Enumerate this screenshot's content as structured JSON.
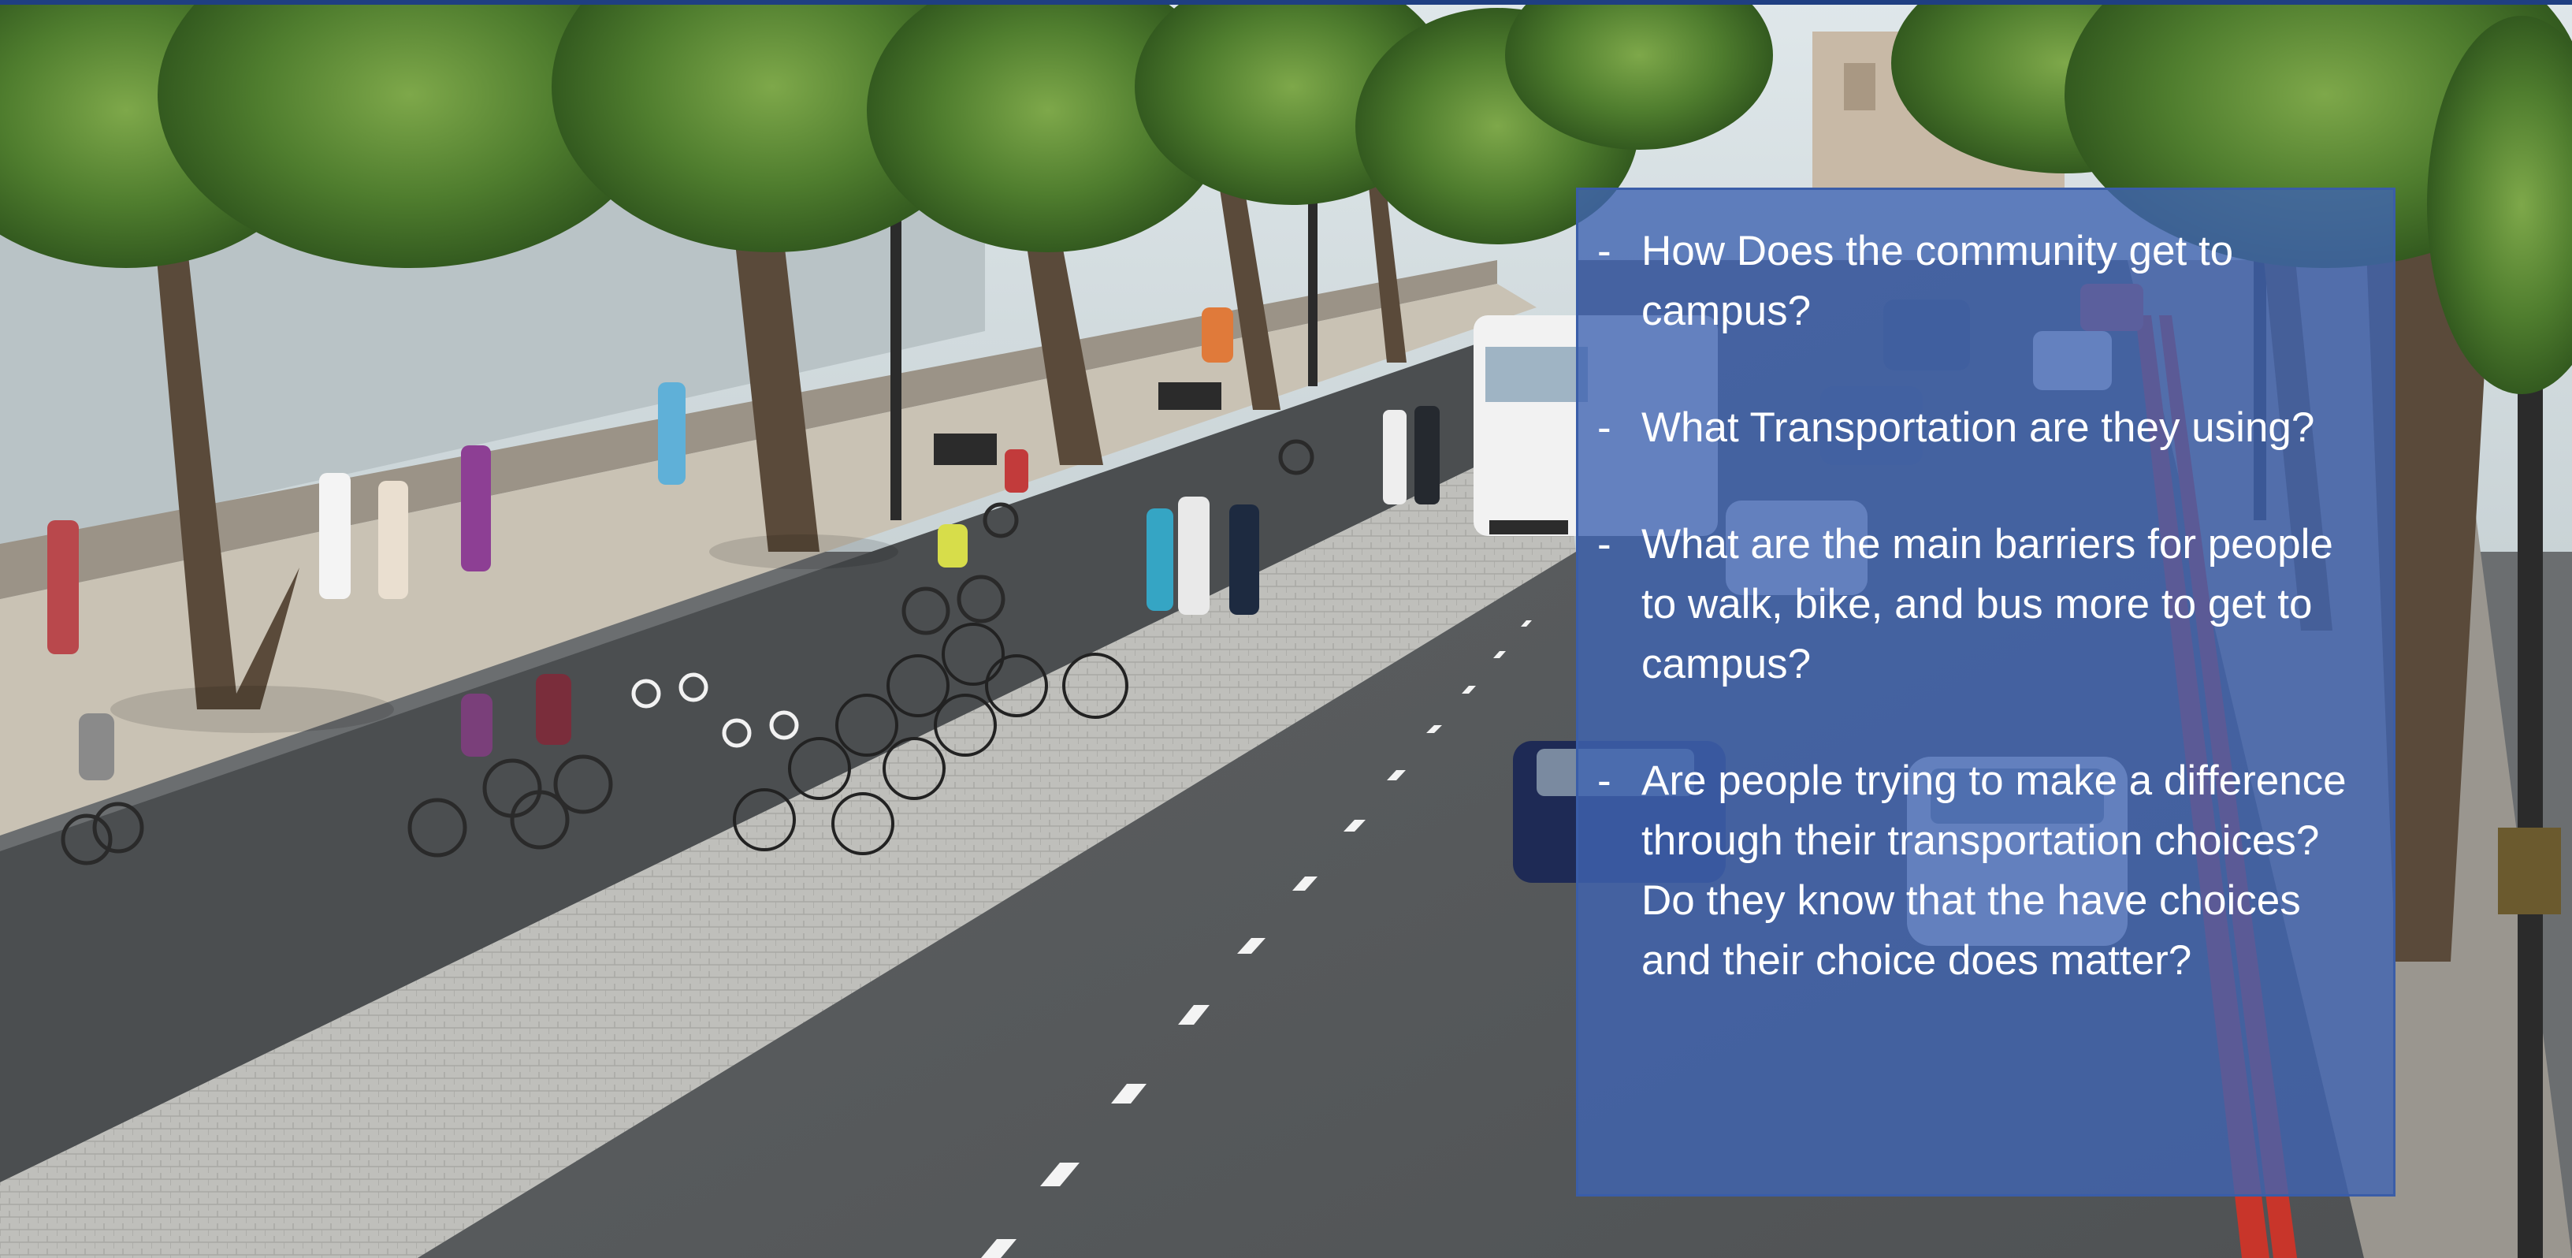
{
  "colors": {
    "panel": "#4064b2",
    "panel_border": "#3a5da8",
    "top_rule": "#1f3f82",
    "text": "#ffffff"
  },
  "questions": [
    {
      "bullet": "-",
      "text": "How Does the community get to campus?"
    },
    {
      "bullet": "-",
      "text": "What Transportation are they using?"
    },
    {
      "bullet": "-",
      "text": "What are the main barriers for people to walk, bike, and bus more to get to campus?"
    },
    {
      "bullet": "-",
      "text": "Are people trying to make a difference through their transportation choices? Do they know that the have choices and their choice does matter?"
    }
  ]
}
